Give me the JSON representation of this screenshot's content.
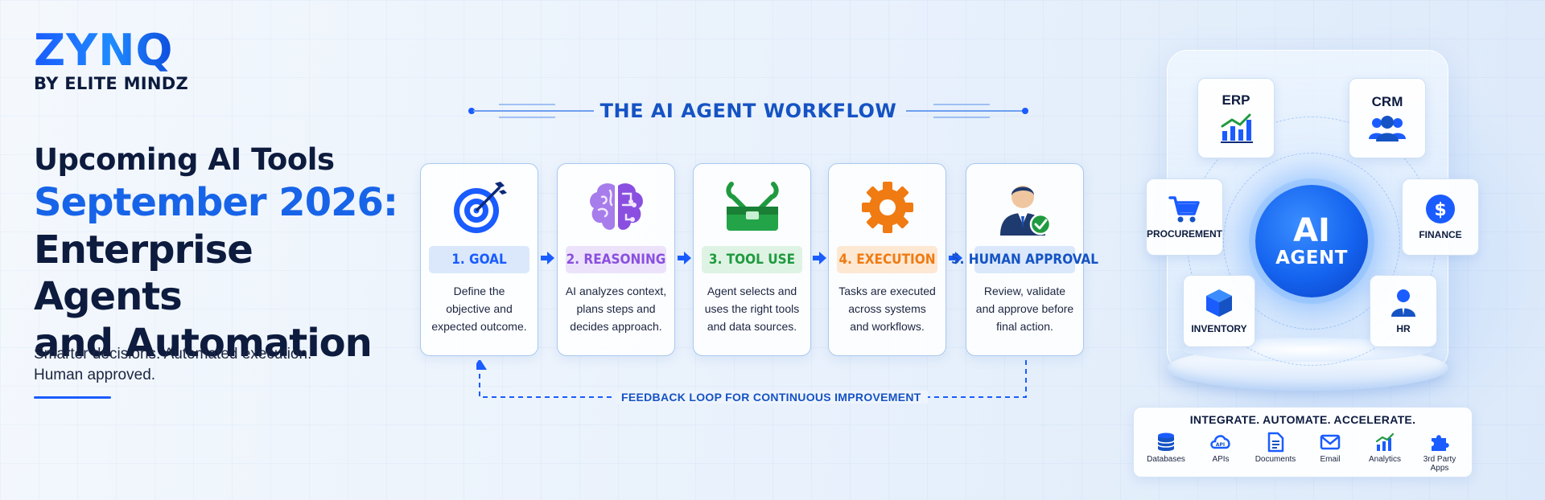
{
  "brand": {
    "name": "ZYNQ",
    "subtitle": "BY ELITE MINDZ"
  },
  "headline": {
    "line1": "Upcoming AI Tools",
    "line2": "September 2026:",
    "line3": "Enterprise Agents",
    "line4": "and Automation"
  },
  "tagline": {
    "line1": "Smarter decisions. Automated execution.",
    "line2": "Human approved."
  },
  "workflow": {
    "title": "THE AI AGENT WORKFLOW",
    "steps": [
      {
        "icon": "target-icon",
        "label": "1. GOAL",
        "color": "#1a5cff",
        "label_bg": "#dbe8fb",
        "desc": [
          "Define the",
          "objective and",
          "expected outcome."
        ]
      },
      {
        "icon": "brain-icon",
        "label": "2. REASONING",
        "color": "#8a4fe0",
        "label_bg": "#ece3fa",
        "desc": [
          "AI analyzes context,",
          "plans steps and",
          "decides approach."
        ]
      },
      {
        "icon": "toolbox-icon",
        "label": "3. TOOL USE",
        "color": "#1f9a3f",
        "label_bg": "#dff3e4",
        "desc": [
          "Agent selects and",
          "uses the right tools",
          "and data sources."
        ]
      },
      {
        "icon": "gear-icon",
        "label": "4. EXECUTION",
        "color": "#f07b12",
        "label_bg": "#fde8d4",
        "desc": [
          "Tasks are executed",
          "across systems",
          "and workflows."
        ]
      },
      {
        "icon": "approver-icon",
        "label": "5. HUMAN APPROVAL",
        "color": "#1553c4",
        "label_bg": "#dbe8fb",
        "desc": [
          "Review, validate",
          "and approve before",
          "final action."
        ]
      }
    ],
    "feedback": "FEEDBACK LOOP FOR CONTINUOUS IMPROVEMENT"
  },
  "agent_hub": {
    "core_line1": "AI",
    "core_line2": "AGENT",
    "modules": {
      "erp": {
        "label": "ERP",
        "icon": "chart-icon"
      },
      "crm": {
        "label": "CRM",
        "icon": "people-icon"
      },
      "procurement": {
        "label": "PROCUREMENT",
        "icon": "cart-icon"
      },
      "finance": {
        "label": "FINANCE",
        "icon": "dollar-icon"
      },
      "inventory": {
        "label": "INVENTORY",
        "icon": "box-icon"
      },
      "hr": {
        "label": "HR",
        "icon": "person-icon"
      }
    },
    "integrations": {
      "title": "INTEGRATE. AUTOMATE. ACCELERATE.",
      "databases": "Databases",
      "apis": "APIs",
      "documents": "Documents",
      "email": "Email",
      "analytics": "Analytics",
      "third_party": "3rd Party Apps"
    }
  },
  "colors": {
    "brand_blue": "#1a5cff",
    "navy": "#0d1b3e",
    "accent_blue": "#1553c4"
  }
}
